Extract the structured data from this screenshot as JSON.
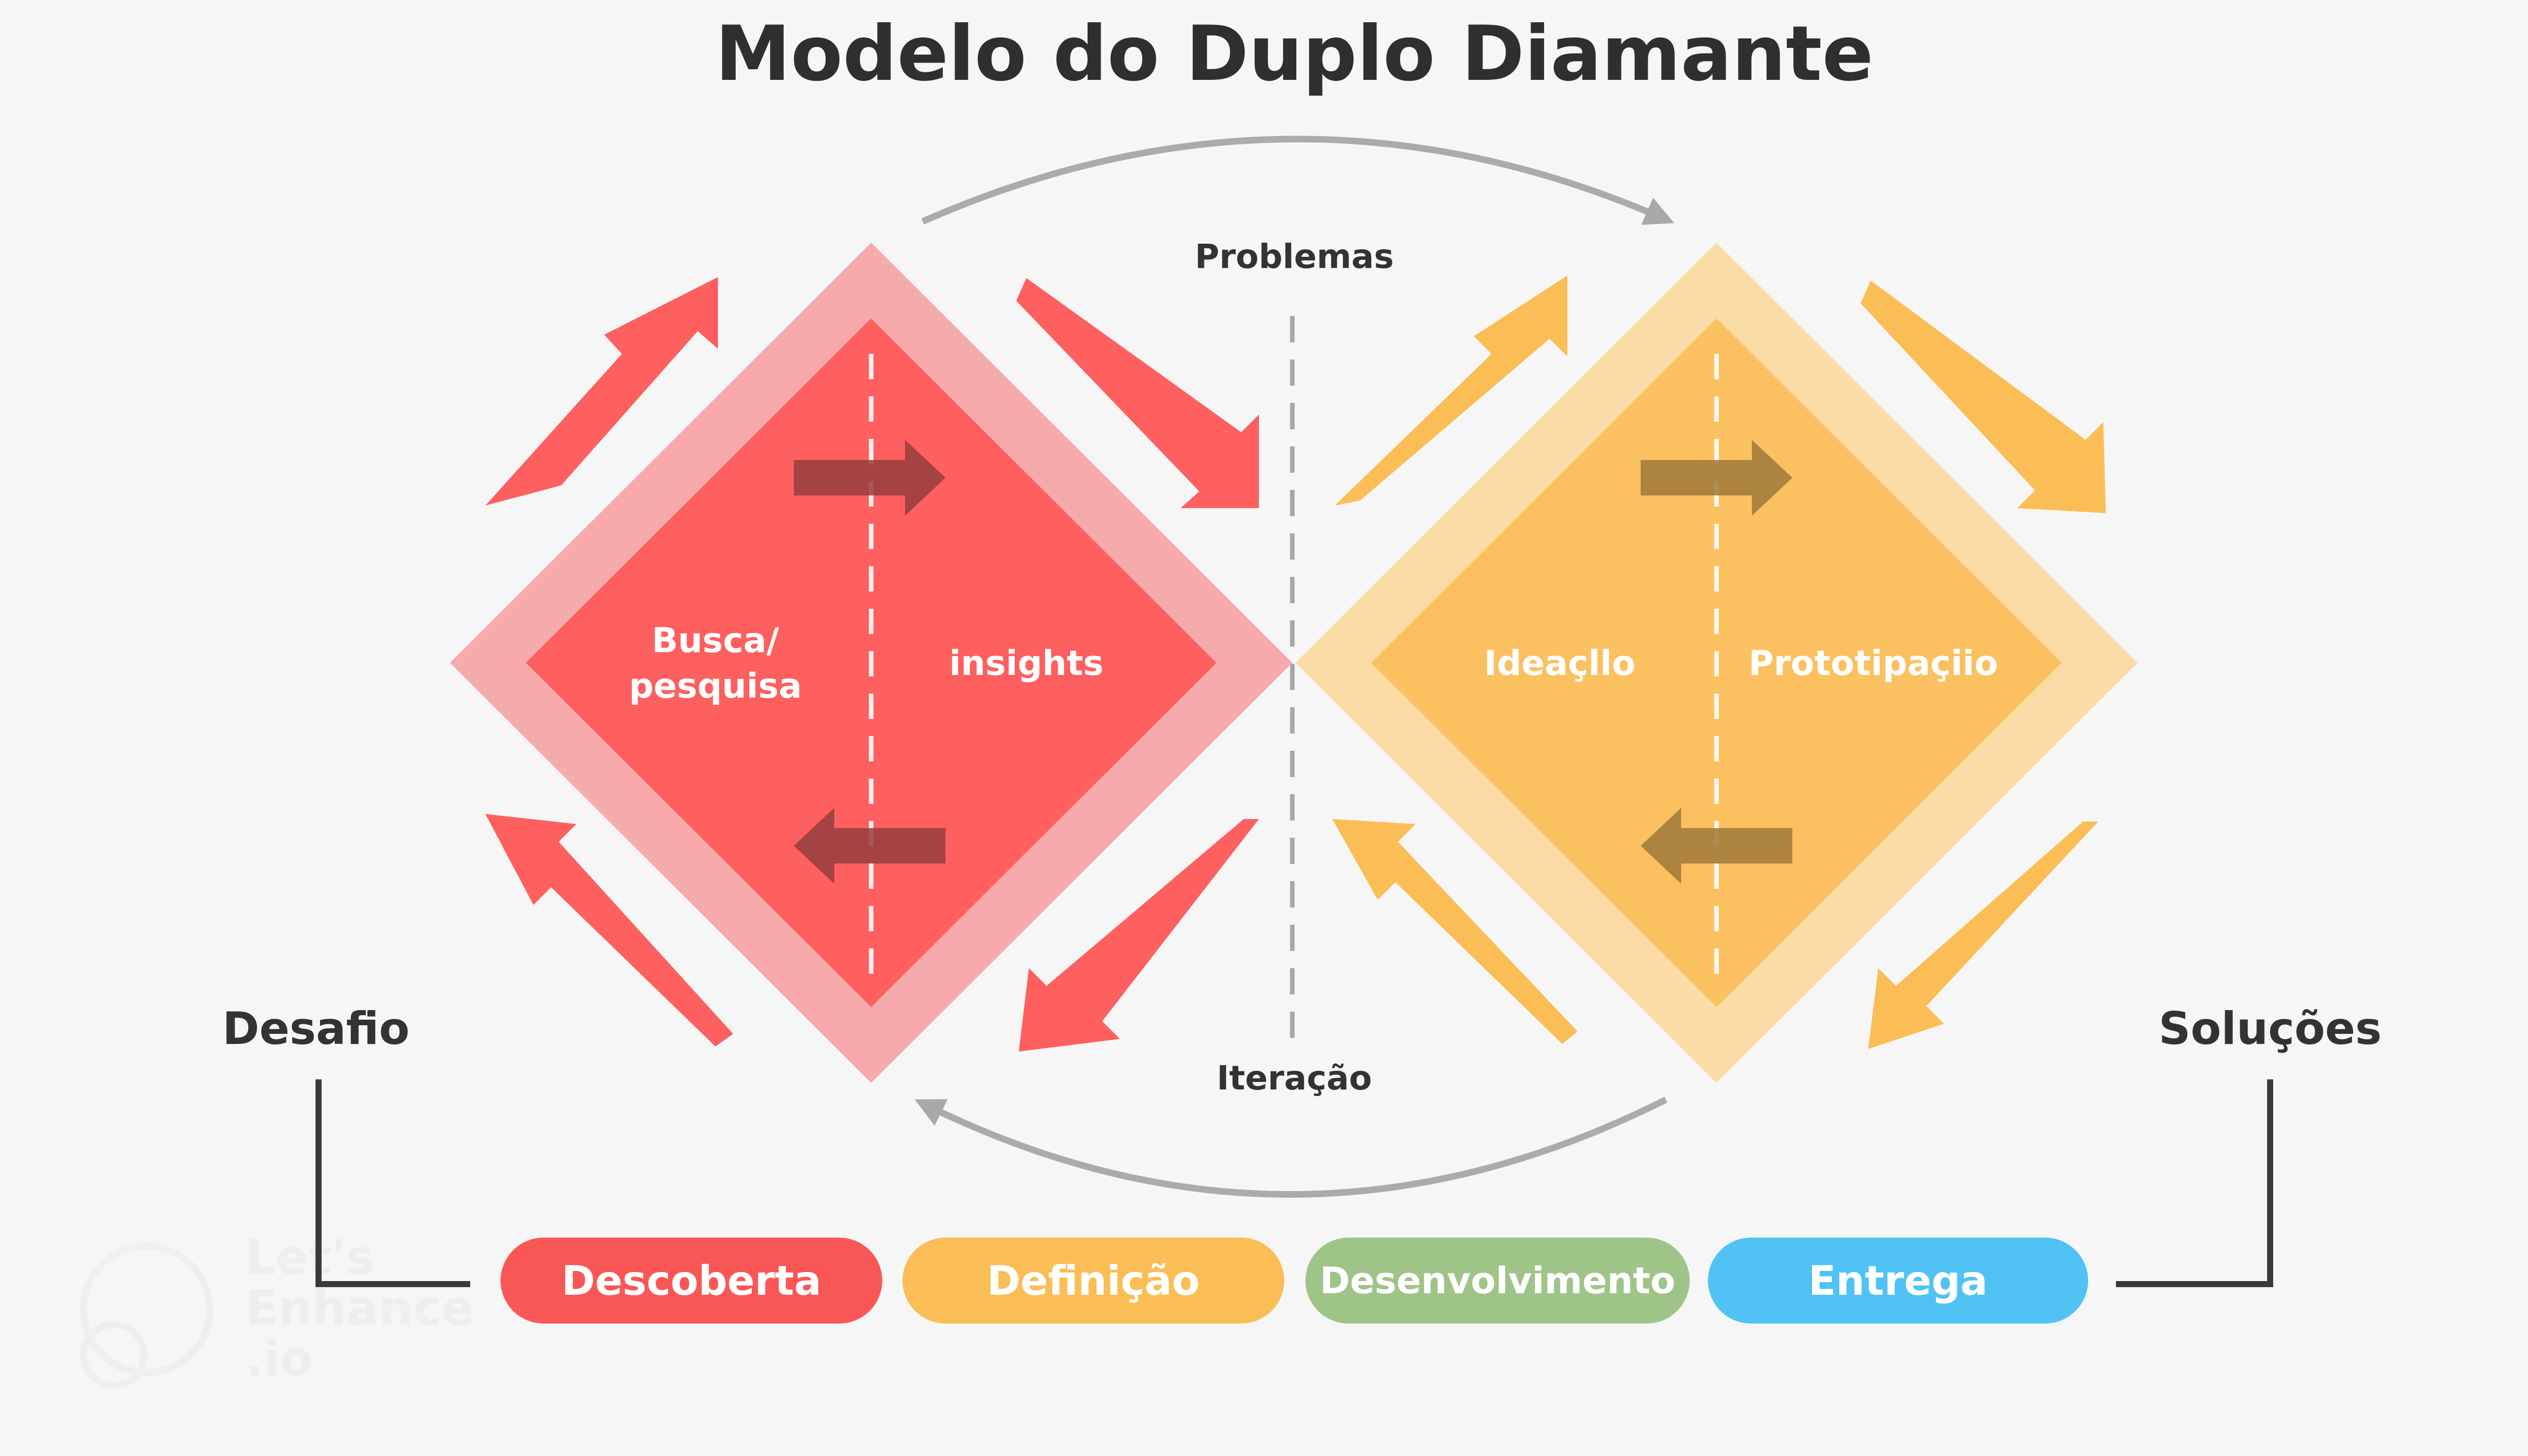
{
  "title": "Modelo do Duplo Diamante",
  "labels": {
    "top_center": "Problemas",
    "bottom_center": "Iteração",
    "left_side": "Desafio",
    "right_side": "Soluções"
  },
  "diamond_left": {
    "text_left_line1": "Busca/",
    "text_left_line2": "pesquisa",
    "text_right": "insights",
    "outer_color": "#f6aaab",
    "inner_color": "#fe5f5f",
    "arrow_color": "#fe5f5f",
    "inner_arrow_color": "#953d3d"
  },
  "diamond_right": {
    "text_left": "Ideaçllo",
    "text_right": "Prototipaçiio",
    "outer_color": "#fbdca6",
    "inner_color": "#fbc161",
    "arrow_color": "#fbbd55",
    "inner_arrow_color": "#9d7839"
  },
  "phases": [
    {
      "label": "Descoberta",
      "color": "#f95756"
    },
    {
      "label": "Definição",
      "color": "#fbbd56"
    },
    {
      "label": "Desenvolvimento",
      "color": "#9fc488"
    },
    {
      "label": "Entrega",
      "color": "#50c3f4"
    }
  ],
  "watermark": {
    "line1": "Let's",
    "line2": "Enhance",
    "line3": ".io"
  }
}
